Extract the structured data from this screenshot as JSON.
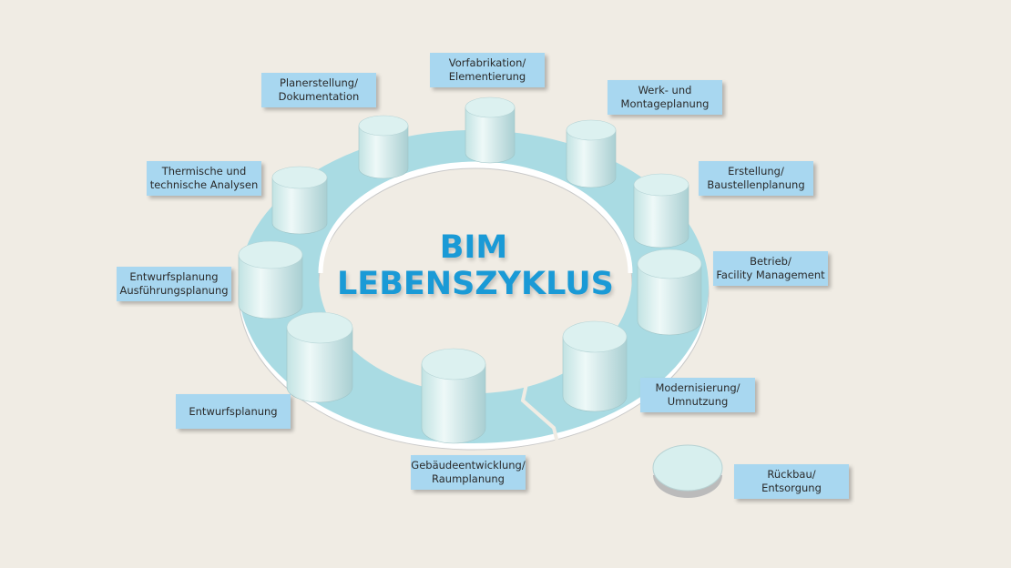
{
  "title": {
    "line1": "BIM",
    "line2": "LEBENSZYKLUS"
  },
  "labels": {
    "planerstellung": [
      "Planerstellung/",
      "Dokumentation"
    ],
    "vorfabrikation": [
      "Vorfabrikation/",
      "Elementierung"
    ],
    "werk": [
      "Werk- und",
      "Montageplanung"
    ],
    "erstellung": [
      "Erstellung/",
      "Baustellenplanung"
    ],
    "betrieb": [
      "Betrieb/",
      "Facility Management"
    ],
    "modernisierung": [
      "Modernisierung/",
      "Umnutzung"
    ],
    "rueckbau": [
      "Rückbau/",
      "Entsorgung"
    ],
    "gebaeude": [
      "Gebäudeentwicklung/",
      "Raumplanung"
    ],
    "entwurfsplanung": [
      "Entwurfsplanung"
    ],
    "ausfuehrung": [
      "Entwurfsplanung",
      "Ausführungsplanung"
    ],
    "thermische": [
      "Thermische und",
      "technische Analysen"
    ]
  },
  "colors": {
    "ring": "#a9dbe3",
    "cylinder": "#d7efee",
    "title": "#1a9ad6",
    "label_bg": "#a8d7f0"
  }
}
